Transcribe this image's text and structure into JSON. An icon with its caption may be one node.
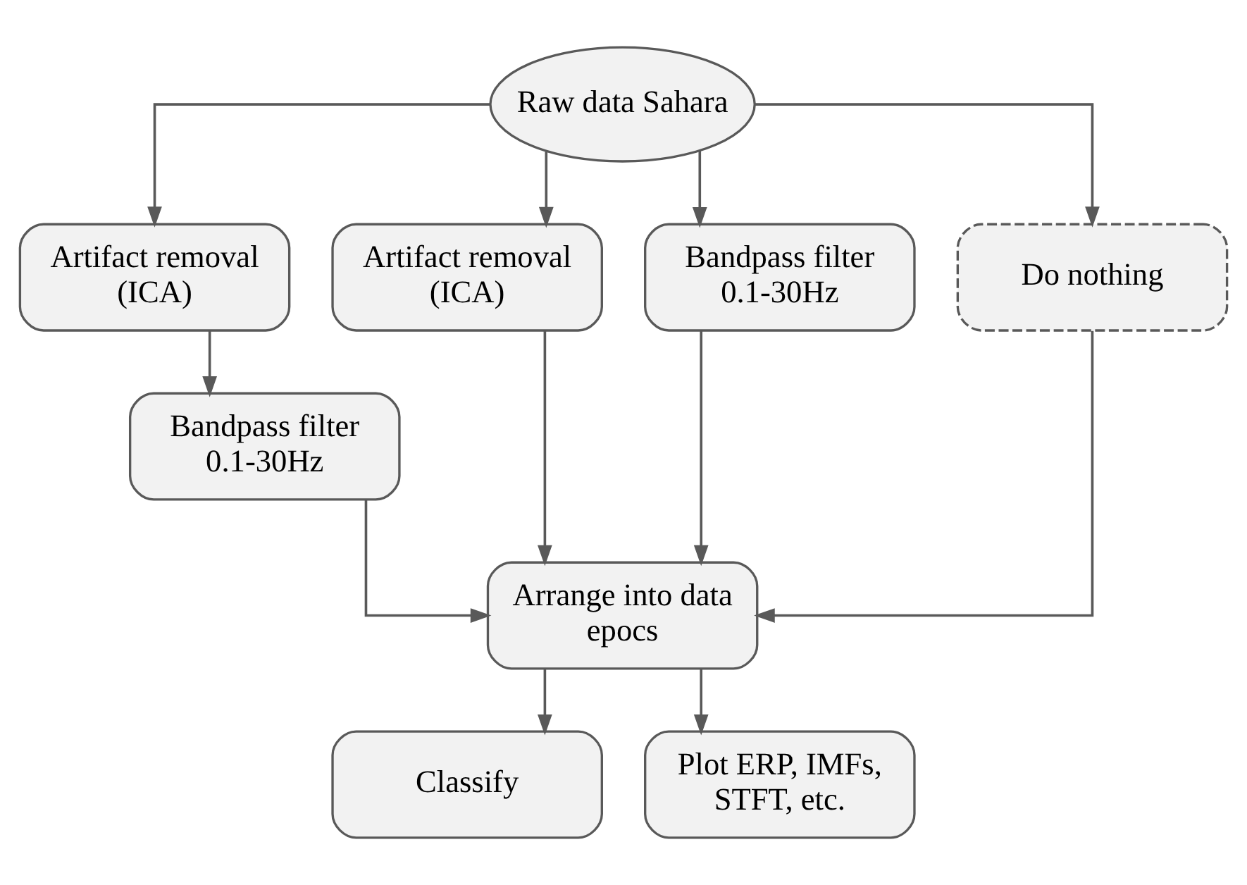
{
  "diagram": {
    "nodes": [
      {
        "text": [
          "Raw data Sahara"
        ]
      },
      {
        "text": [
          "Artifact removal (ICA)"
        ]
      },
      {
        "text": [
          "Bandpass filter 0.1-30Hz"
        ]
      },
      {
        "text": [
          "Artifact removal (ICA)"
        ]
      },
      {
        "text": [
          "Bandpass filter 0.1-30Hz"
        ]
      },
      {
        "text": [
          "Do nothing"
        ]
      },
      {
        "text": [
          "Arrange into data epocs"
        ]
      },
      {
        "text": [
          "Classify"
        ]
      },
      {
        "text": [
          "Plot ERP, IMFs, STFT, etc."
        ]
      }
    ],
    "edges": [
      {
        "from": 0,
        "to": 1,
        "arrow": "to"
      },
      {
        "from": 0,
        "to": 3,
        "arrow": "to"
      },
      {
        "from": 0,
        "to": 4,
        "arrow": "to"
      },
      {
        "from": 0,
        "to": 5,
        "arrow": "to"
      },
      {
        "from": 1,
        "to": 2,
        "arrow": "to"
      },
      {
        "from": 2,
        "to": 6,
        "arrow": "to"
      },
      {
        "from": 3,
        "to": 6,
        "arrow": "to"
      },
      {
        "from": 4,
        "to": 6,
        "arrow": "to"
      },
      {
        "from": 5,
        "to": 6,
        "arrow": "to"
      },
      {
        "from": 6,
        "to": 7,
        "arrow": "to"
      },
      {
        "from": 6,
        "to": 8,
        "arrow": "to"
      }
    ]
  }
}
